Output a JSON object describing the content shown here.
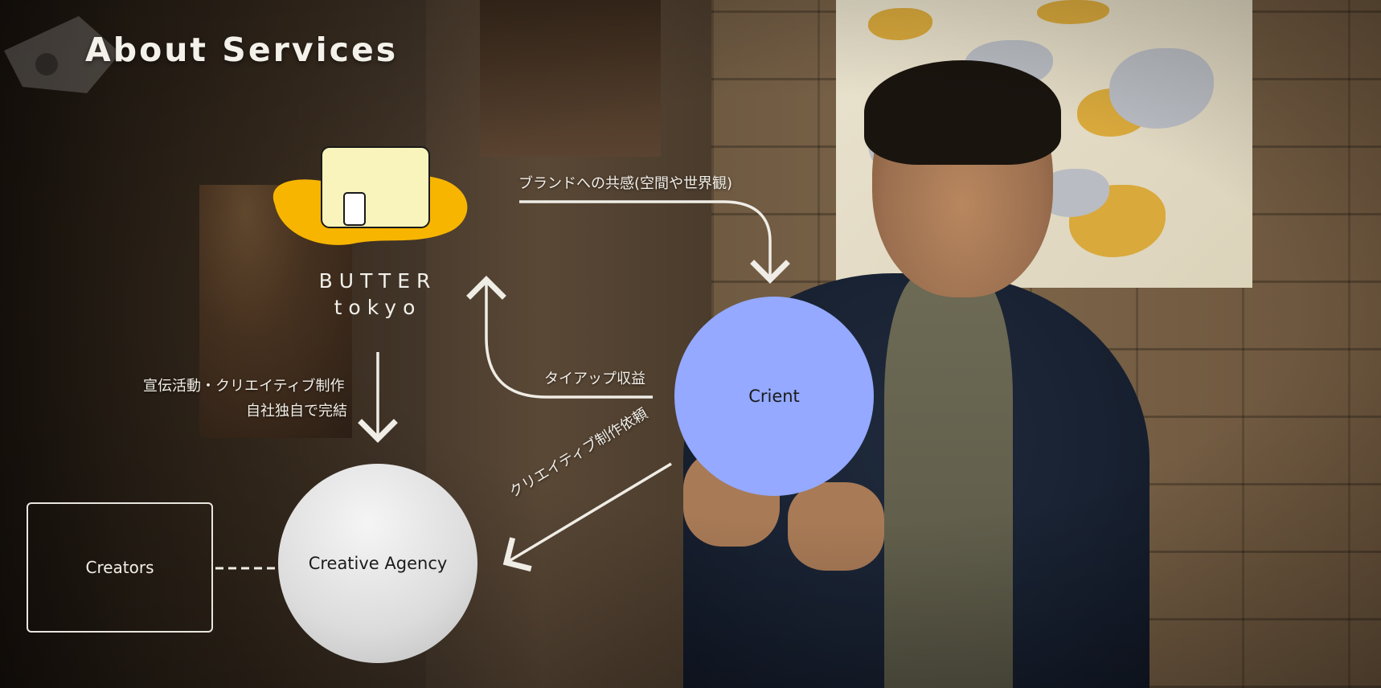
{
  "title": "About Services",
  "brand": {
    "line1": "BUTTER",
    "line2": "tokyo"
  },
  "nodes": {
    "client": "Crient",
    "agency": "Creative Agency",
    "creators": "Creators"
  },
  "edges": {
    "brand_to_client": "ブランドへの共感(空間や世界観)",
    "client_to_brand": "タイアップ収益",
    "brand_to_agency_line1": "宣伝活動・クリエイティブ制作",
    "brand_to_agency_line2": "自社独自で完結",
    "client_to_agency": "クリエイティブ制作依頼"
  },
  "colors": {
    "client": "#94a9ff",
    "butter_yellow": "#f7b500",
    "building": "#f8f4bb",
    "arrow": "#efede6"
  }
}
